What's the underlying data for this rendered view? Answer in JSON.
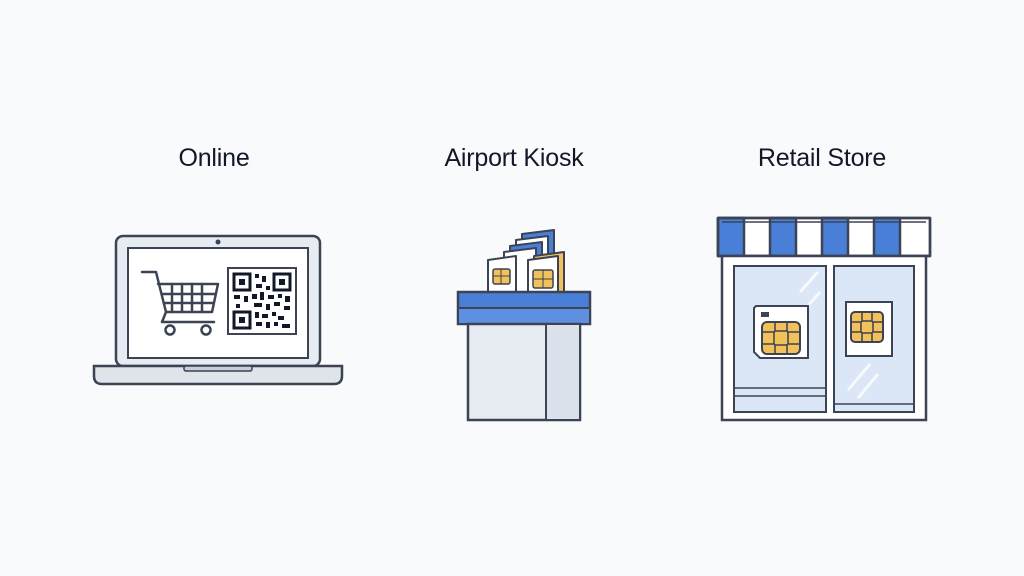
{
  "options": [
    {
      "label": "Online",
      "icon": "laptop-icon"
    },
    {
      "label": "Airport Kiosk",
      "icon": "kiosk-icon"
    },
    {
      "label": "Retail Store",
      "icon": "storefront-icon"
    }
  ],
  "colors": {
    "outline": "#3b4354",
    "blue": "#4a7fd8",
    "light_blue": "#dfe8f5",
    "glass": "#dbe6f6",
    "chip": "#f3c15a",
    "panel": "#e7ecf3"
  }
}
